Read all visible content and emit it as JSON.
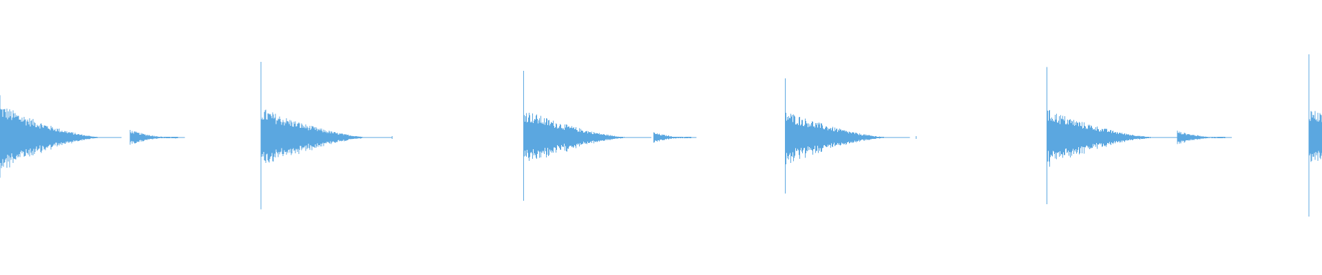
{
  "waveform": {
    "color": "#5ba7e0",
    "background": "#ffffff",
    "duration": 1.0,
    "amplitude_range": [
      -1,
      1
    ],
    "events": [
      {
        "t": 0.0,
        "kind": "hit",
        "peak": 0.56,
        "sustain": 0.45,
        "decay": 0.04
      },
      {
        "t": 0.0985,
        "kind": "blip",
        "peak": 0.1,
        "sustain": 0.02,
        "decay": 0.018
      },
      {
        "t": 0.1975,
        "kind": "hit",
        "peak": 1.0,
        "sustain": 0.4,
        "decay": 0.043
      },
      {
        "t": 0.2965,
        "kind": "dot",
        "peak": 0.02,
        "sustain": 0.0,
        "decay": 0.001
      },
      {
        "t": 0.396,
        "kind": "hit",
        "peak": 0.88,
        "sustain": 0.38,
        "decay": 0.042
      },
      {
        "t": 0.4945,
        "kind": "blip",
        "peak": 0.07,
        "sustain": 0.02,
        "decay": 0.014
      },
      {
        "t": 0.594,
        "kind": "hit",
        "peak": 0.78,
        "sustain": 0.36,
        "decay": 0.041
      },
      {
        "t": 0.693,
        "kind": "dot",
        "peak": 0.02,
        "sustain": 0.0,
        "decay": 0.001
      },
      {
        "t": 0.792,
        "kind": "hit",
        "peak": 0.93,
        "sustain": 0.38,
        "decay": 0.043
      },
      {
        "t": 0.8905,
        "kind": "blip",
        "peak": 0.09,
        "sustain": 0.02,
        "decay": 0.018
      },
      {
        "t": 0.99,
        "kind": "hit",
        "peak": 1.1,
        "sustain": 0.4,
        "decay": 0.045
      }
    ]
  }
}
